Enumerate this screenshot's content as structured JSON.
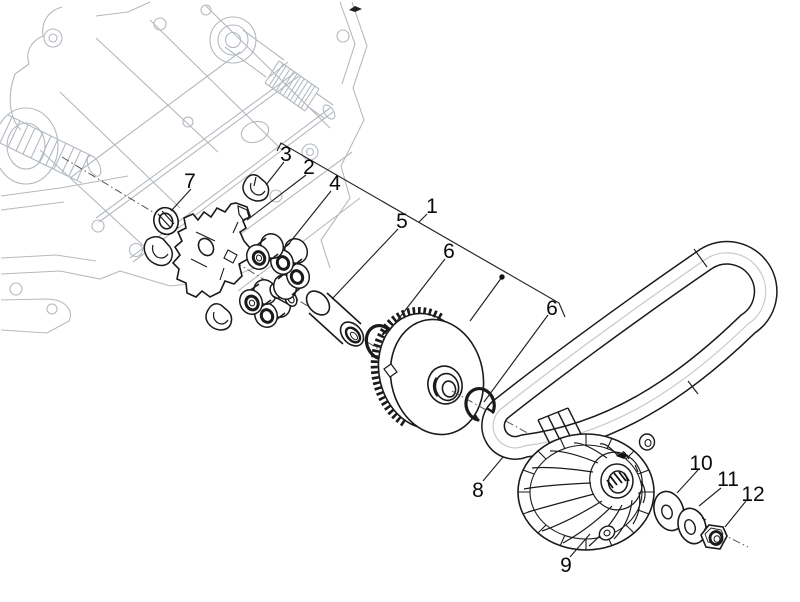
{
  "diagram": {
    "callouts": [
      {
        "id": "callout-1",
        "text": "1"
      },
      {
        "id": "callout-2",
        "text": "2"
      },
      {
        "id": "callout-3",
        "text": "3"
      },
      {
        "id": "callout-4",
        "text": "4"
      },
      {
        "id": "callout-5",
        "text": "5"
      },
      {
        "id": "callout-6-upper",
        "text": "6"
      },
      {
        "id": "callout-6-lower",
        "text": "6"
      },
      {
        "id": "callout-7",
        "text": "7"
      },
      {
        "id": "callout-8",
        "text": "8"
      },
      {
        "id": "callout-9",
        "text": "9"
      },
      {
        "id": "callout-10",
        "text": "10"
      },
      {
        "id": "callout-11",
        "text": "11"
      },
      {
        "id": "callout-12",
        "text": "12"
      }
    ],
    "colors": {
      "background": "#ffffff",
      "part_line": "#1a1a1a",
      "case_line": "#b3b9bf",
      "belt_mid_line": "#c5c9cd",
      "label_text": "#0a0a0a"
    }
  }
}
